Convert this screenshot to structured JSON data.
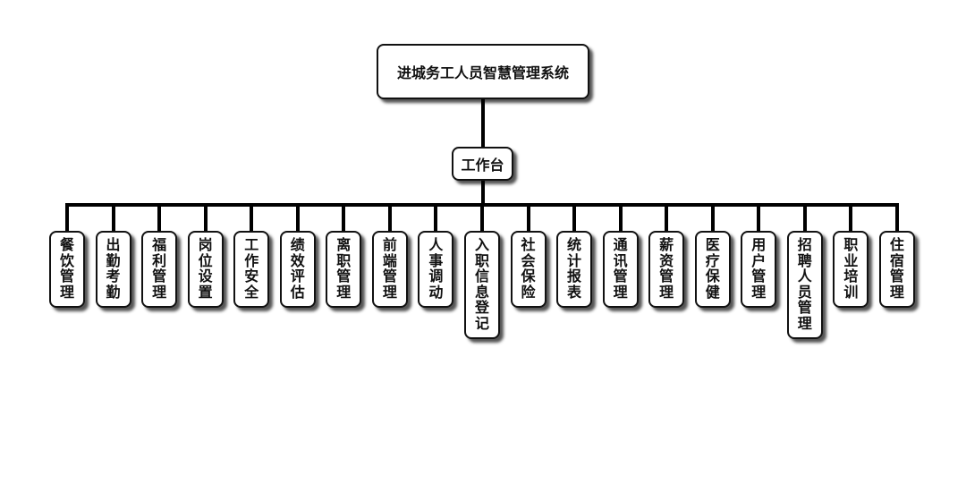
{
  "root": {
    "label": "进城务工人员智慧管理系统"
  },
  "hub": {
    "label": "工作台"
  },
  "modules": [
    "餐饮管理",
    "出勤考勤",
    "福利管理",
    "岗位设置",
    "工作安全",
    "绩效评估",
    "离职管理",
    "前端管理",
    "人事调动",
    "入职信息登记",
    "社会保险",
    "统计报表",
    "通讯管理",
    "薪资管理",
    "医疗保健",
    "用户管理",
    "招聘人员管理",
    "职业培训",
    "住宿管理"
  ]
}
